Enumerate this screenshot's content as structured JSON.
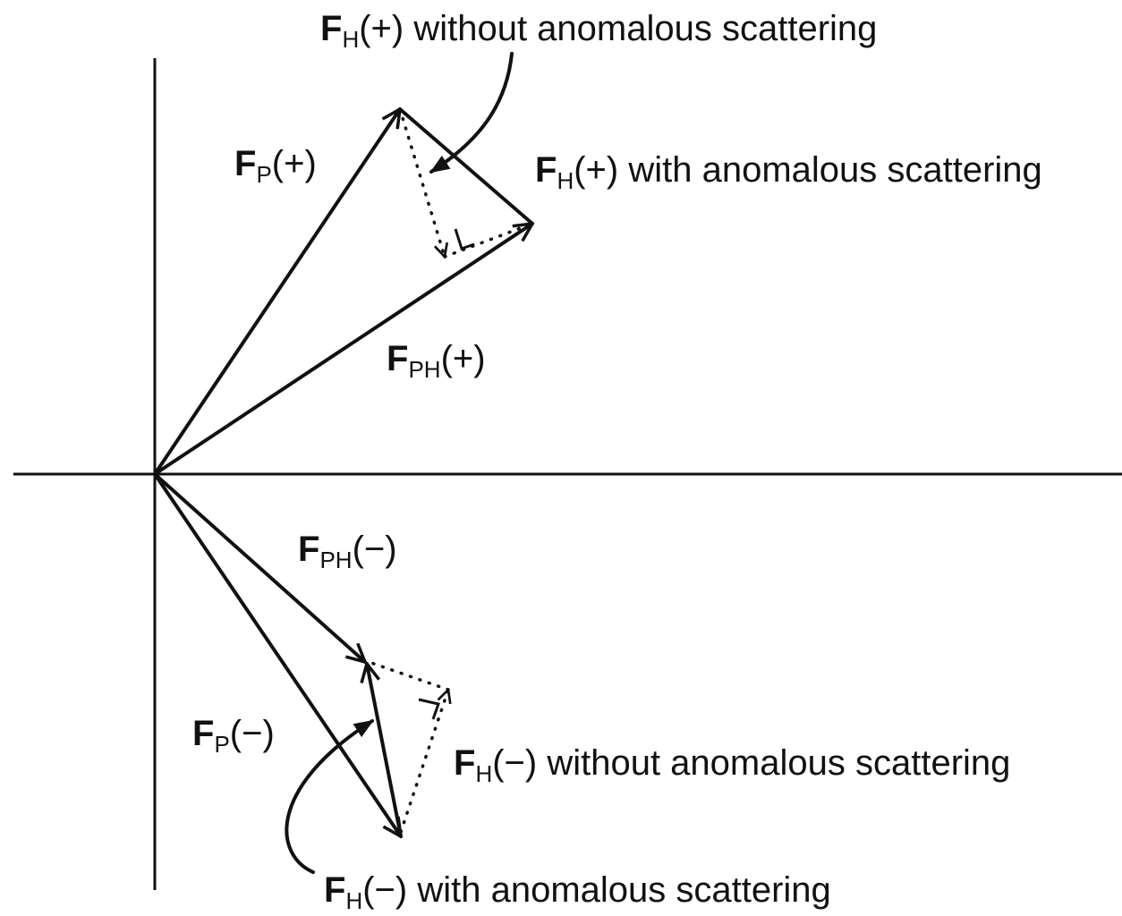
{
  "labels": {
    "fh_plus_without": {
      "symbol": "F",
      "sub": "H",
      "sign": "(+)",
      "text": " without anomalous scattering"
    },
    "fp_plus": {
      "symbol": "F",
      "sub": "P",
      "sign": "(+)",
      "text": ""
    },
    "fh_plus_with": {
      "symbol": "F",
      "sub": "H",
      "sign": "(+)",
      "text": " with anomalous scattering"
    },
    "fph_plus": {
      "symbol": "F",
      "sub": "PH",
      "sign": "(+)",
      "text": ""
    },
    "fph_minus": {
      "symbol": "F",
      "sub": "PH",
      "sign": "(−)",
      "text": ""
    },
    "fp_minus": {
      "symbol": "F",
      "sub": "P",
      "sign": "(−)",
      "text": ""
    },
    "fh_minus_without": {
      "symbol": "F",
      "sub": "H",
      "sign": "(−)",
      "text": " without anomalous scattering"
    },
    "fh_minus_with": {
      "symbol": "F",
      "sub": "H",
      "sign": "(−)",
      "text": " with anomalous scattering"
    }
  }
}
